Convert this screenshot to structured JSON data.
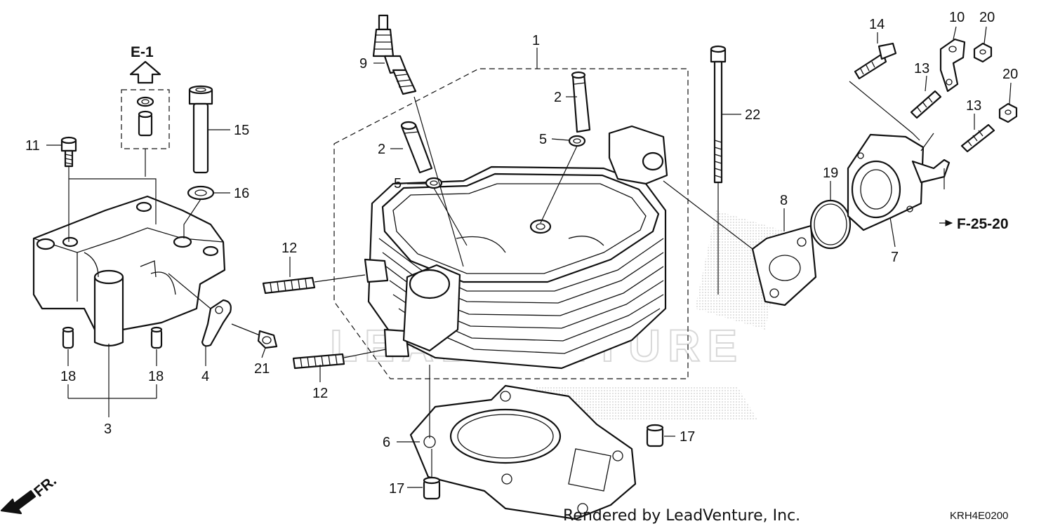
{
  "callouts": {
    "c1": "1",
    "c2a": "2",
    "c2b": "2",
    "c3": "3",
    "c4": "4",
    "c5a": "5",
    "c5b": "5",
    "c6": "6",
    "c7": "7",
    "c8": "8",
    "c9": "9",
    "c10": "10",
    "c11": "11",
    "c12a": "12",
    "c12b": "12",
    "c13a": "13",
    "c13b": "13",
    "c14": "14",
    "c15": "15",
    "c16": "16",
    "c17a": "17",
    "c17b": "17",
    "c18a": "18",
    "c18b": "18",
    "c19": "19",
    "c20a": "20",
    "c20b": "20",
    "c21": "21",
    "c22": "22"
  },
  "references": {
    "e1": "E-1",
    "f25": "F-25-20",
    "front": "FR."
  },
  "footer": {
    "rendered_by": "Rendered by LeadVenture, Inc.",
    "diagram_code": "KRH4E0200"
  },
  "watermark": {
    "text": "LEADVENTURE"
  },
  "colors": {
    "line": "#111111",
    "background": "#ffffff",
    "watermark": "#d8d8d8"
  }
}
